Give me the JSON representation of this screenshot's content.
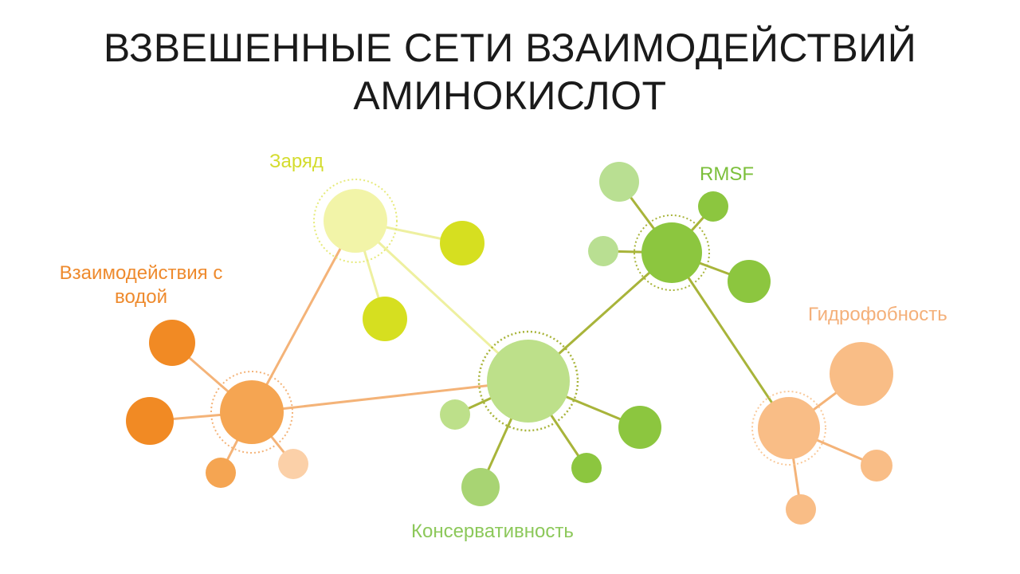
{
  "title": {
    "line1": "ВЗВЕШЕННЫЕ СЕТИ ВЗАИМОДЕЙСТВИЙ",
    "line2": "АМИНОКИСЛОТ"
  },
  "labels": {
    "water_line1": "Взаимодействия с",
    "water_line2": "водой",
    "charge": "Заряд",
    "rmsf": "RMSF",
    "hydrophobicity": "Гидрофобность",
    "conservation": "Консервативность"
  },
  "colors": {
    "water_dark": "#f18a24",
    "water_mid": "#f5a552",
    "water_light": "#fbd0a8",
    "charge_light": "#f2f4a8",
    "charge_dark": "#d6df20",
    "rmsf_light": "#b9df92",
    "rmsf_dark": "#8cc63f",
    "cons_light": "#bde08a",
    "hydro": "#f9bd86",
    "edge_orange": "#f4b378",
    "edge_yellow": "#eef0a0",
    "edge_olive": "#a8b43a"
  }
}
